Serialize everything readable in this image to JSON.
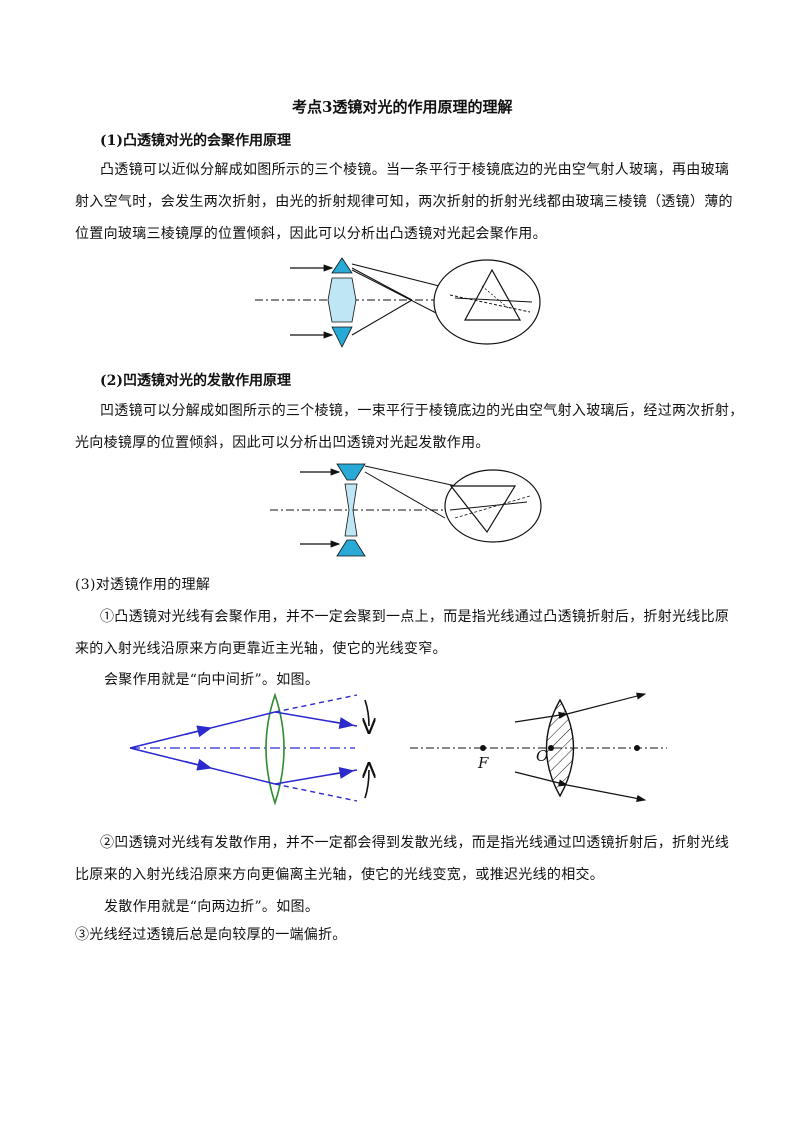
{
  "title": "考点3透镜对光的作用原理的理解",
  "section1": {
    "heading": "(1)凸透镜对光的会聚作用原理",
    "lines": [
      "凸透镜可以近似分解成如图所示的三个棱镜。当一条平行于棱镜底边的光由空气射人玻璃，再由玻璃",
      "射入空气时，会发生两次折射，由光的折射规律可知，两次折射的折射光线都由玻璃三棱镜（透镜）薄的",
      "位置向玻璃三棱镜厚的位置倾斜，因此可以分析出凸透镜对光起会聚作用。"
    ]
  },
  "section2": {
    "heading": "(2)凹透镜对光的发散作用原理",
    "lines": [
      "凹透镜可以分解成如图所示的三个棱镜，一束平行于棱镜底边的光由空气射入玻璃后，经过两次折射，",
      "光向棱镜厚的位置倾斜，因此可以分析出凹透镜对光起发散作用。"
    ]
  },
  "section3": {
    "heading": "(3)对透镜作用的理解",
    "point1_lines": [
      "①凸透镜对光线有会聚作用，并不一定会聚到一点上，而是指光线通过凸透镜折射后，折射光线比原",
      "来的入射光线沿原来方向更靠近主光轴，使它的光线变窄。"
    ],
    "converge_note": "会聚作用就是“向中间折”。如图。",
    "label_F": "F",
    "label_O": "O",
    "point2_lines": [
      "②凹透镜对光线有发散作用，并不一定都会得到发散光线，而是指光线通过凹透镜折射后，折射光线",
      "比原来的入射光线沿原来方向更偏离主光轴，使它的光线变宽，或推迟光线的相交。"
    ],
    "diverge_note": "发散作用就是“向两边折”。如图。",
    "point3": "③光线经过透镜后总是向较厚的一端偏折。"
  },
  "colors": {
    "lens_fill": "#29a9d6",
    "lens_light": "#bfe6f5",
    "ray_blue": "#2a2acd",
    "lens_green": "#2e8b2e",
    "ink": "#111111"
  }
}
